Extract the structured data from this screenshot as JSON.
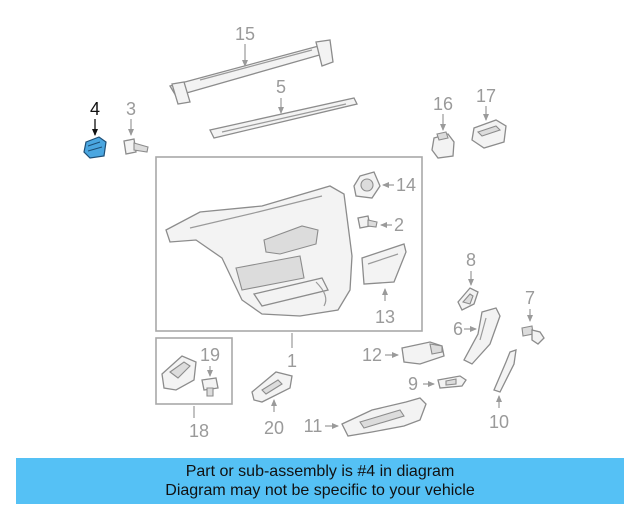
{
  "diagram": {
    "highlighted_part": "4",
    "highlight_color": "#4aa6e0",
    "callouts": {
      "p1": "1",
      "p2": "2",
      "p3": "3",
      "p4": "4",
      "p5": "5",
      "p6": "6",
      "p7": "7",
      "p8": "8",
      "p9": "9",
      "p10": "10",
      "p11": "11",
      "p12": "12",
      "p13": "13",
      "p14": "14",
      "p15": "15",
      "p16": "16",
      "p17": "17",
      "p18": "18",
      "p19": "19",
      "p20": "20"
    }
  },
  "banner": {
    "line1": "Part or sub-assembly is #4 in diagram",
    "line2": "Diagram may not be specific to your vehicle",
    "background": "#55c1f5"
  }
}
